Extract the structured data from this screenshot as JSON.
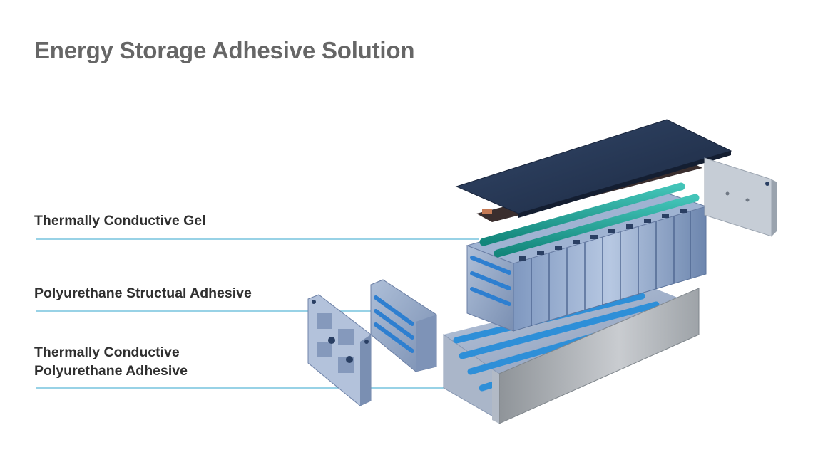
{
  "title": "Energy Storage Adhesive Solution",
  "callouts": [
    {
      "label": "Thermally Conductive Gel"
    },
    {
      "label": "Polyurethane Structual Adhesive"
    },
    {
      "label_line1": "Thermally Conductive",
      "label_line2": "Polyurethane Adhesive"
    }
  ],
  "colors": {
    "title": "#666666",
    "labels": "#2f2f2f",
    "leader_line": "#5ab8d6",
    "gel": "#1fa79a",
    "adhesive_strip": "#2e8fd8",
    "cell_body": "#8aa3c8",
    "lid": "#243552"
  }
}
